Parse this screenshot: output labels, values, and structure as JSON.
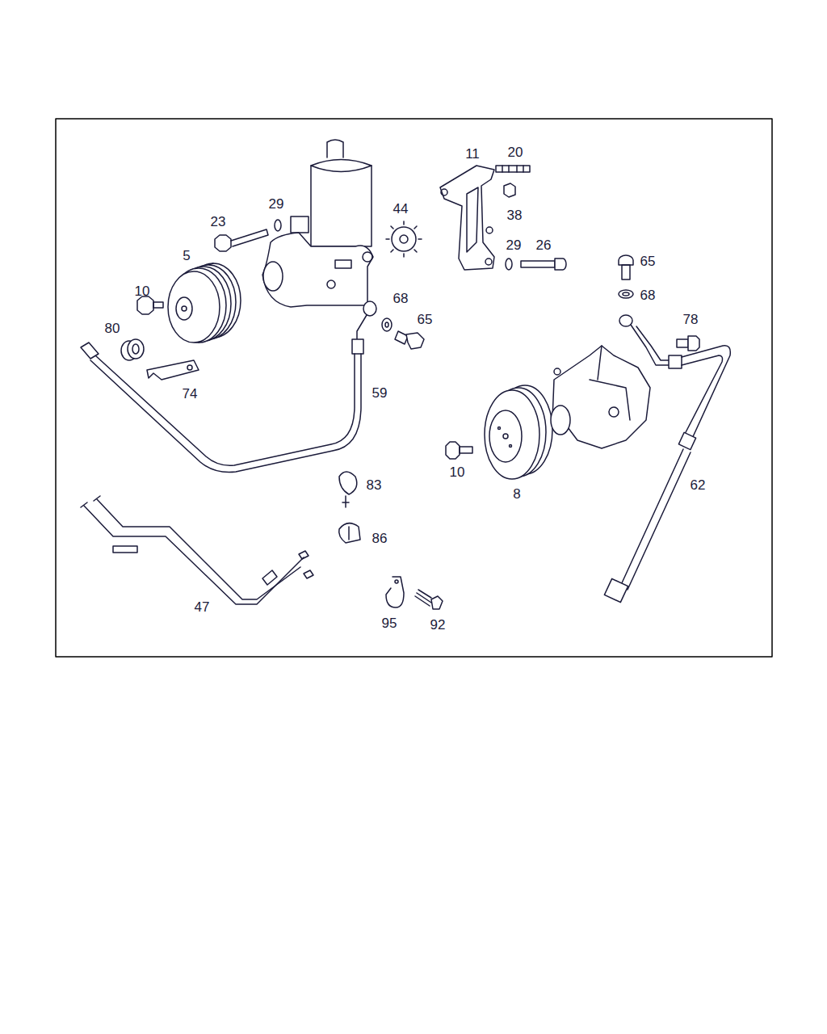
{
  "diagram": {
    "labels": [
      "11",
      "20",
      "29",
      "44",
      "23",
      "38",
      "5",
      "29",
      "26",
      "65",
      "10",
      "68",
      "68",
      "65",
      "78",
      "80",
      "74",
      "59",
      "10",
      "83",
      "62",
      "8",
      "86",
      "47",
      "95",
      "92"
    ]
  }
}
